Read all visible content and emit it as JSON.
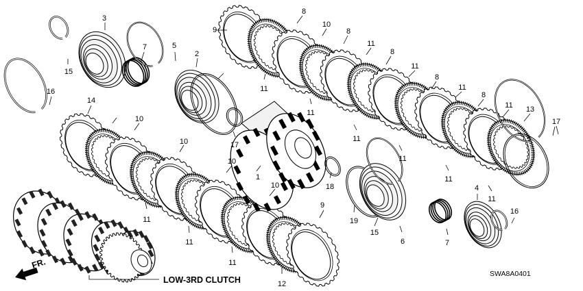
{
  "diagram": {
    "caption": "LOW-3RD CLUTCH",
    "direction_label": "FR.",
    "drawing_code": "SWA8A0401"
  },
  "callouts": [
    "1",
    "2",
    "3",
    "4",
    "5",
    "6",
    "7",
    "7",
    "8",
    "8",
    "8",
    "8",
    "8",
    "9",
    "9",
    "10",
    "10",
    "10",
    "10",
    "10",
    "11",
    "11",
    "11",
    "11",
    "11",
    "11",
    "11",
    "11",
    "11",
    "11",
    "11",
    "11",
    "11",
    "12",
    "13",
    "14",
    "15",
    "15",
    "16",
    "16",
    "17",
    "17",
    "18",
    "19"
  ],
  "parts": [
    {
      "kind": "plate",
      "count": 7
    },
    {
      "kind": "disc",
      "count": 6
    },
    {
      "kind": "plate",
      "count": 5
    },
    {
      "kind": "disc",
      "count": 5
    },
    {
      "kind": "drum",
      "count": 1
    },
    {
      "kind": "piston",
      "count": 3
    },
    {
      "kind": "snap-ring",
      "count": 6
    },
    {
      "kind": "o-ring",
      "count": 5
    }
  ]
}
